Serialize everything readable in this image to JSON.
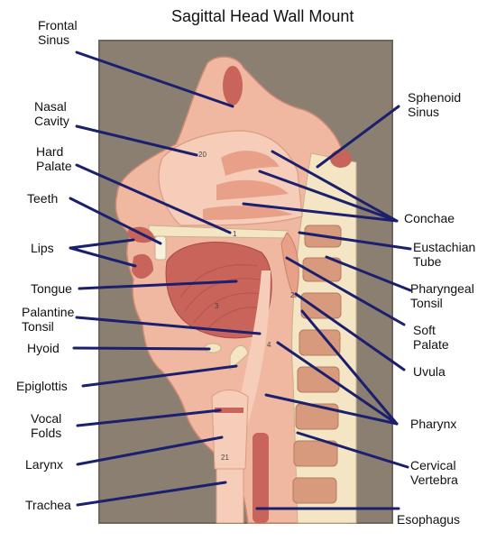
{
  "title": "Sagittal Head Wall Mount",
  "labels": {
    "frontal_sinus": "Frontal\nSinus",
    "nasal_cavity": "Nasal\nCavity",
    "hard_palate": "Hard\nPalate",
    "teeth": "Teeth",
    "lips": "Lips",
    "tongue": "Tongue",
    "palatine_tonsil": "Palantine\nTonsil",
    "hyoid": "Hyoid",
    "epiglottis": "Epiglottis",
    "vocal_folds": "Vocal\nFolds",
    "larynx": "Larynx",
    "trachea": "Trachea",
    "sphenoid_sinus": "Sphenoid\nSinus",
    "conchae": "Conchae",
    "eustachian_tube": "Eustachian\nTube",
    "pharyngeal_tonsil": "Pharyngeal\nTonsil",
    "soft_palate": "Soft\nPalate",
    "uvula": "Uvula",
    "pharynx": "Pharynx",
    "cervical_vertebra": "Cervical\nVertebra",
    "esophagus": "Esophagus"
  },
  "model_numbers": [
    "20",
    "1",
    "2",
    "3",
    "4",
    "21"
  ],
  "colors": {
    "leader": "#1a1f6e",
    "board": "#8a7f70",
    "skin": "#f0b8a0",
    "tissue": "#e8a088",
    "muscle": "#c8645a",
    "bone": "#f4e6c4",
    "cavity": "#f6cdb8"
  }
}
